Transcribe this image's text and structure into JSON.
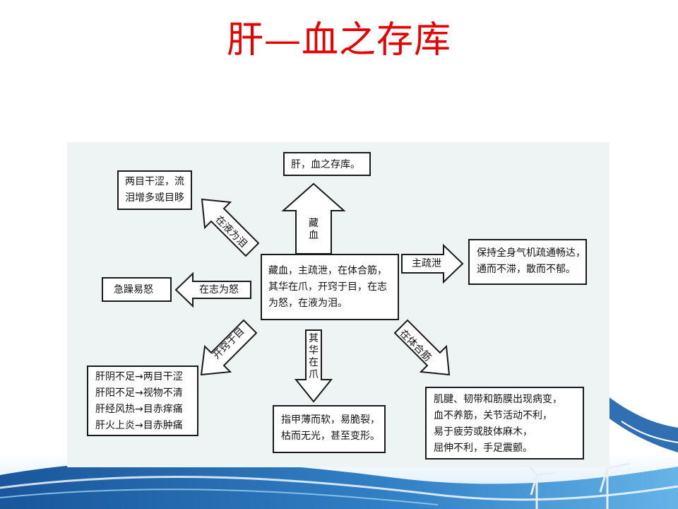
{
  "slide": {
    "title": "肝—血之存库"
  },
  "diagram": {
    "center": "藏血，主疏泄，在体合筋，其华在爪，开窍于目，在志为怒，在液为泪。",
    "top_box": "肝，血之存库。",
    "top_label": "藏血",
    "right_box": "保持全身气机疏通畅达，\n通而不滞，散而不郁。",
    "right_label": "主疏泄",
    "upper_left_box": "两目干涩，流\n泪增多或目眵",
    "upper_left_label": "在液为泪",
    "left_box": "急躁易怒",
    "left_label": "在志为怒",
    "lower_left_box": "肝阴不足→两目干涩\n肝阳不足→视物不清\n肝经风热→目赤痒痛\n肝火上炎→目赤肿痛",
    "lower_left_label": "开窍于目",
    "bottom_box": "指甲薄而软，易脆裂，\n枯而无光，甚至变形。",
    "bottom_label": "其华在爪",
    "lower_right_box": "肌腱、韧带和筋膜出现病变，\n血不养筋，关节活动不利，\n易于疲劳或肢体麻木，\n屈伸不利，手足震颤。",
    "lower_right_label": "在体合筋"
  },
  "colors": {
    "title": "#e60000",
    "panel_background": "#eef4f3",
    "box_border": "#1a1a1a",
    "wave_blue": "#1a5fa8",
    "wave_light": "#8fc6ea"
  }
}
